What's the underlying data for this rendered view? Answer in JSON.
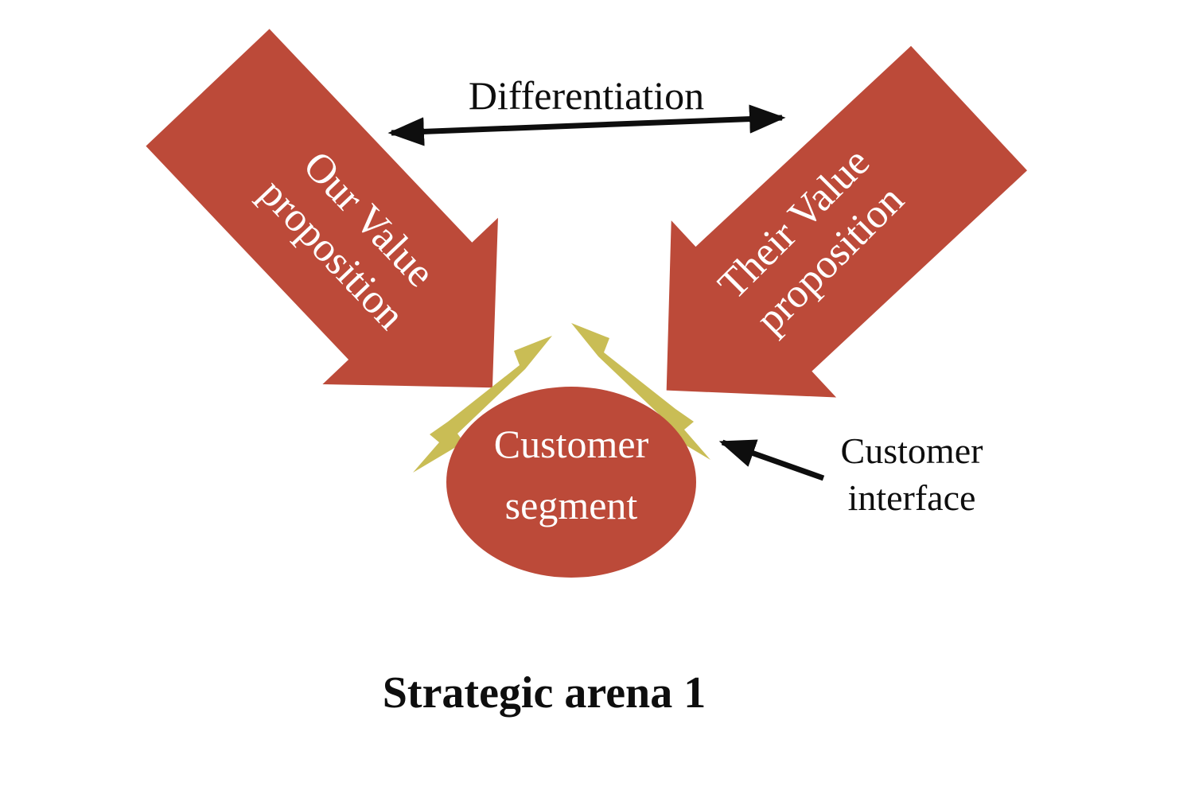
{
  "diagram": {
    "title": "Strategic arena 1",
    "differentiation": {
      "label": "Differentiation"
    },
    "our_value_arrow": {
      "line1": "Our Value",
      "line2": "proposition"
    },
    "their_value_arrow": {
      "line1": "Their Value",
      "line2": "proposition"
    },
    "customer_segment": {
      "line1": "Customer",
      "line2": "segment"
    },
    "customer_interface": {
      "line1": "Customer",
      "line2": "interface"
    },
    "colors": {
      "brick_red": "#bc4a39",
      "bolt_gold": "#c9bd55",
      "ink": "#0e0e0e",
      "label_white": "#ffffff"
    }
  }
}
